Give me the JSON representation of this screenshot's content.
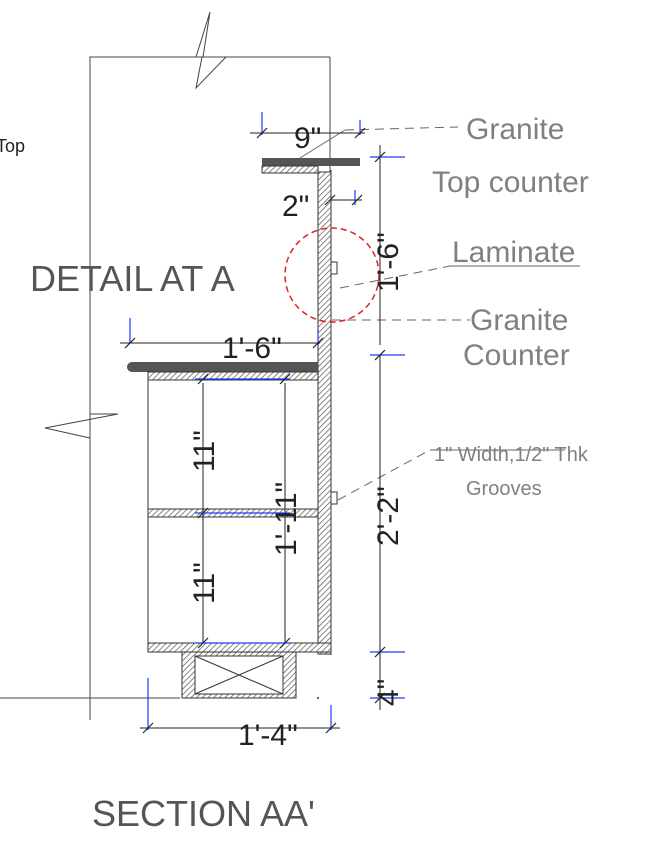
{
  "diagram": {
    "detail_title": "DETAIL AT A",
    "section_title": "SECTION AA'",
    "partial_text": "Top",
    "labels": {
      "granite_top": "Granite",
      "top_counter": "Top counter",
      "laminate": "Laminate",
      "granite_counter_1": "Granite",
      "granite_counter_2": "Counter",
      "grooves_1": "1\" Width,1/2\" Thk",
      "grooves_2": "Grooves"
    },
    "dimensions": {
      "top_width": "9\"",
      "top_thickness_gap": "2\"",
      "upper_height": "1'-6\"",
      "counter_width": "1'-6\"",
      "shelf_upper": "11\"",
      "shelf_lower": "11\"",
      "cabinet_height": "1'-11\"",
      "lower_height": "2'-2\"",
      "plinth_height": "4\"",
      "base_width": "1'-4\""
    },
    "colors": {
      "line": "#333333",
      "dimension_tick": "#1a3cff",
      "detail_circle": "#e02020",
      "label_text": "#808080"
    }
  }
}
